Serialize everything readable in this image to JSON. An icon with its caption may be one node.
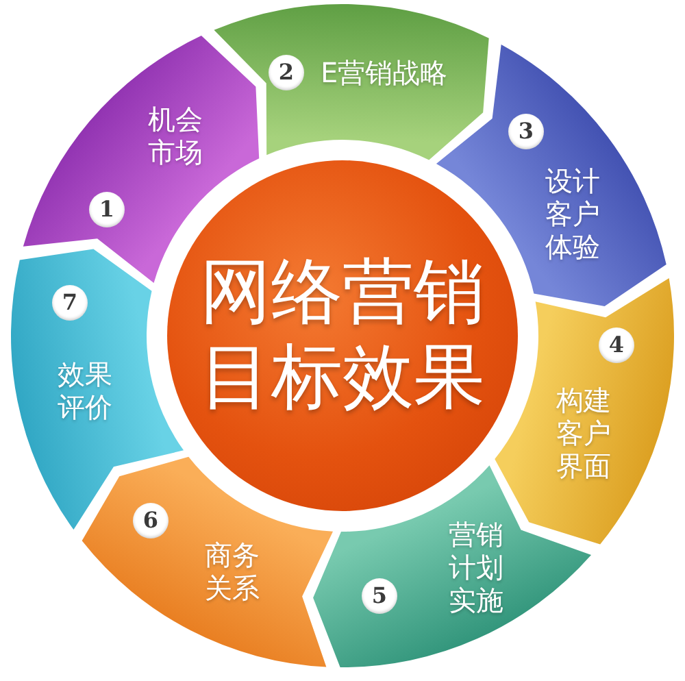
{
  "diagram": {
    "nodes": [
      {
        "text": [
          "网络营销目标效果"
        ]
      },
      {
        "text": [
          "机会市场"
        ]
      },
      {
        "text": [
          "1"
        ],
        "in": 1
      },
      {
        "text": [
          "E营销战略"
        ]
      },
      {
        "text": [
          "2"
        ],
        "in": 3
      },
      {
        "text": [
          "设计客户体验"
        ]
      },
      {
        "text": [
          "3"
        ],
        "in": 5
      },
      {
        "text": [
          "构建客户界面"
        ]
      },
      {
        "text": [
          "4"
        ],
        "in": 7
      },
      {
        "text": [
          "营销计划实施"
        ]
      },
      {
        "text": [
          "5"
        ],
        "in": 9
      },
      {
        "text": [
          "商务关系"
        ]
      },
      {
        "text": [
          "6"
        ],
        "in": 11
      },
      {
        "text": [
          "效果评价"
        ]
      },
      {
        "text": [
          "7"
        ],
        "in": 13
      }
    ]
  }
}
